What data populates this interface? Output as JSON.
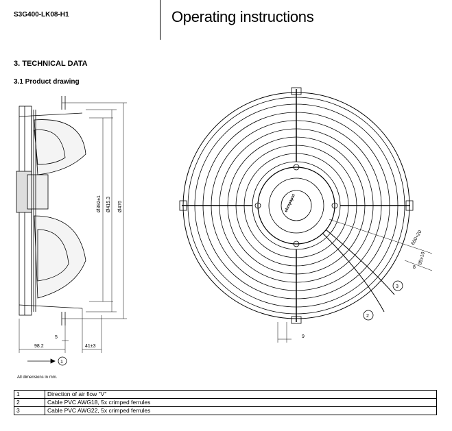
{
  "header": {
    "model": "S3G400-LK08-H1",
    "title": "Operating instructions"
  },
  "section": {
    "heading": "3. TECHNICAL DATA",
    "subheading": "3.1 Product drawing"
  },
  "drawing": {
    "side_view": {
      "dim_392": "Ø392±1",
      "dim_415": "Ø415.3",
      "dim_470": "Ø470",
      "dim_5": "5",
      "dim_98": "98.2",
      "dim_41": "41±3",
      "marker_1": "1"
    },
    "front_view": {
      "dim_9": "9",
      "dim_600": "600+20",
      "dim_85": "85±10",
      "dim_8": "8",
      "marker_2": "2",
      "marker_3": "3",
      "brand": "ebmpapst"
    }
  },
  "note": "All dimensions in mm.",
  "legend": [
    {
      "num": "1",
      "text": "Direction of air flow \"V\""
    },
    {
      "num": "2",
      "text": "Cable PVC AWG18, 5x crimped ferrules"
    },
    {
      "num": "3",
      "text": "Cable PVC AWG22, 5x crimped ferrules"
    }
  ]
}
